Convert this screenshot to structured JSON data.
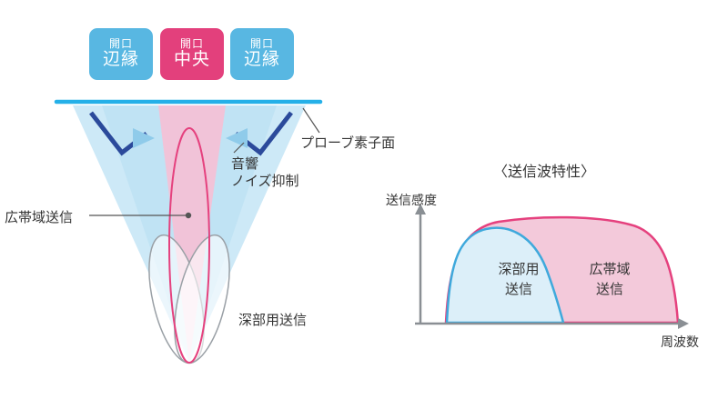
{
  "beam_diagram": {
    "aperture_boxes": [
      {
        "line1": "開口",
        "line2": "辺縁"
      },
      {
        "line1": "開口",
        "line2": "中央"
      },
      {
        "line1": "開口",
        "line2": "辺縁"
      }
    ],
    "probe_surface_label": "プローブ素子面",
    "noise_suppression_line1": "音響",
    "noise_suppression_line2": "ノイズ抑制",
    "wideband_tx_label": "広帯域送信",
    "deep_tx_label": "深部用送信"
  },
  "graph": {
    "title": "〈送信波特性〉",
    "y_axis_label": "送信感度",
    "x_axis_label": "周波数",
    "deep_label_line1": "深部用",
    "deep_label_line2": "送信",
    "wideband_label_line1": "広帯域",
    "wideband_label_line2": "送信"
  },
  "colors": {
    "blue_box": "#58B7E2",
    "pink_box": "#E3407C",
    "probe_line": "#25B0E8",
    "cone_blue": "#CDE9F7",
    "cone_blue_inner": "#C0E3F4",
    "cone_pink": "#F1C3D8",
    "navy_line": "#2B4A9B",
    "arrow_blue": "#8FCBEA",
    "pink_stroke": "#E5417E",
    "blue_stroke": "#3FA9DC",
    "graph_pink_fill": "#F3C9DA",
    "graph_blue_fill": "#DCEFF9",
    "axis_gray": "#8A8F94"
  }
}
